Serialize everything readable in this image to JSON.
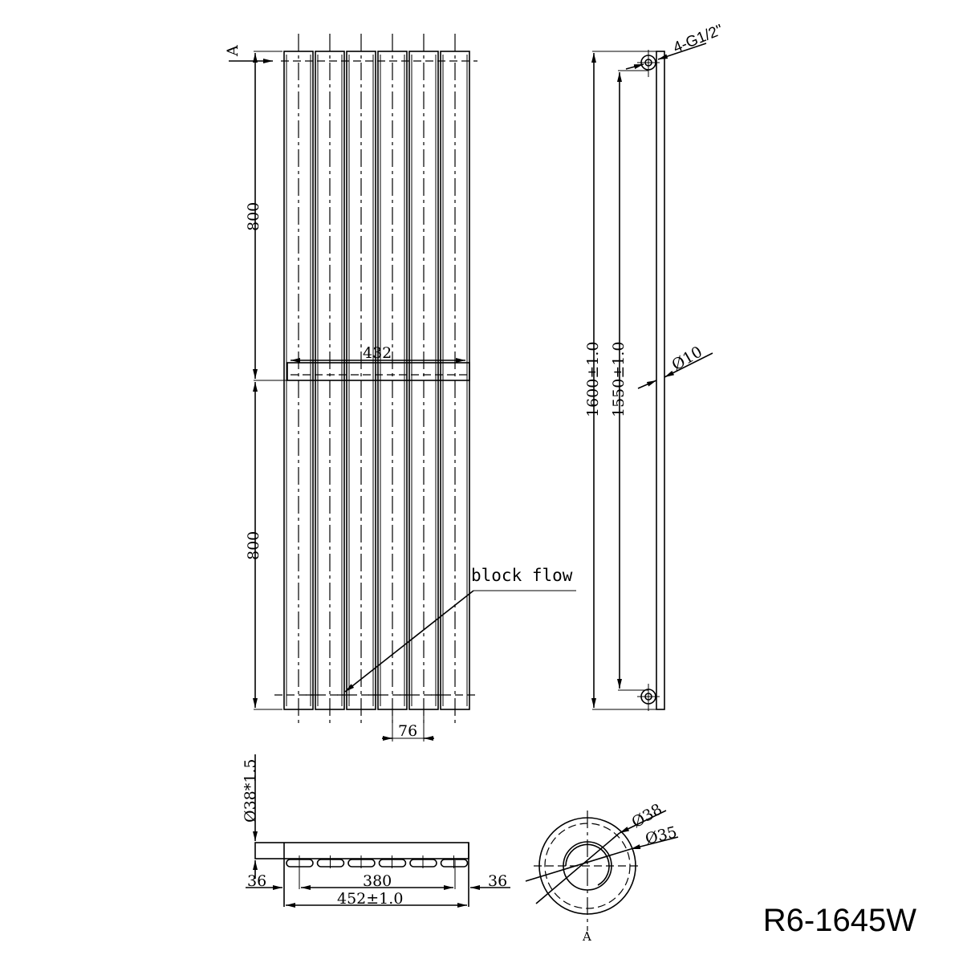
{
  "drawing": {
    "section_marker": "A",
    "front_view": {
      "dim_upper": "800",
      "dim_lower": "800",
      "bracket_width": "432",
      "tube_pitch": "76",
      "callout": "block flow",
      "tube_count": 6
    },
    "side_view": {
      "connection": "4-G1/2\"",
      "overall_height": "1600±1.0",
      "centers_height": "1550±1.0",
      "rod_diameter": "Ø10"
    },
    "top_view": {
      "tube_spec": "Ø38*1.5",
      "edge_left": "36",
      "edge_right": "36",
      "centers_width": "380",
      "overall_width": "452±1.0"
    },
    "section_view": {
      "outer_diameter": "Ø38",
      "inner_diameter": "Ø35",
      "section_label": "A"
    },
    "model": "R6-1645W"
  }
}
